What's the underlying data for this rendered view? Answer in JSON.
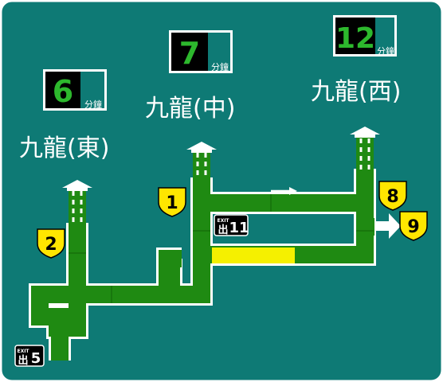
{
  "colors": {
    "board": "#0e7a75",
    "road": "#1f8a12",
    "road_dark": "#146b0a",
    "edge": "#ffffff",
    "highlight": "#f5f000",
    "shield": "#ffe600"
  },
  "destinations": [
    {
      "name": "九龍(東)",
      "minutes": "6",
      "unit": "分鐘"
    },
    {
      "name": "九龍(中)",
      "minutes": "7",
      "unit": "分鐘"
    },
    {
      "name": "九龍(西)",
      "minutes": "12",
      "unit": "分鐘"
    }
  ],
  "routes": [
    "1",
    "2",
    "8",
    "9"
  ],
  "exits": [
    {
      "tag": "EXIT",
      "glyph": "出",
      "number": "11"
    },
    {
      "tag": "EXIT",
      "glyph": "出",
      "number": "5"
    }
  ]
}
